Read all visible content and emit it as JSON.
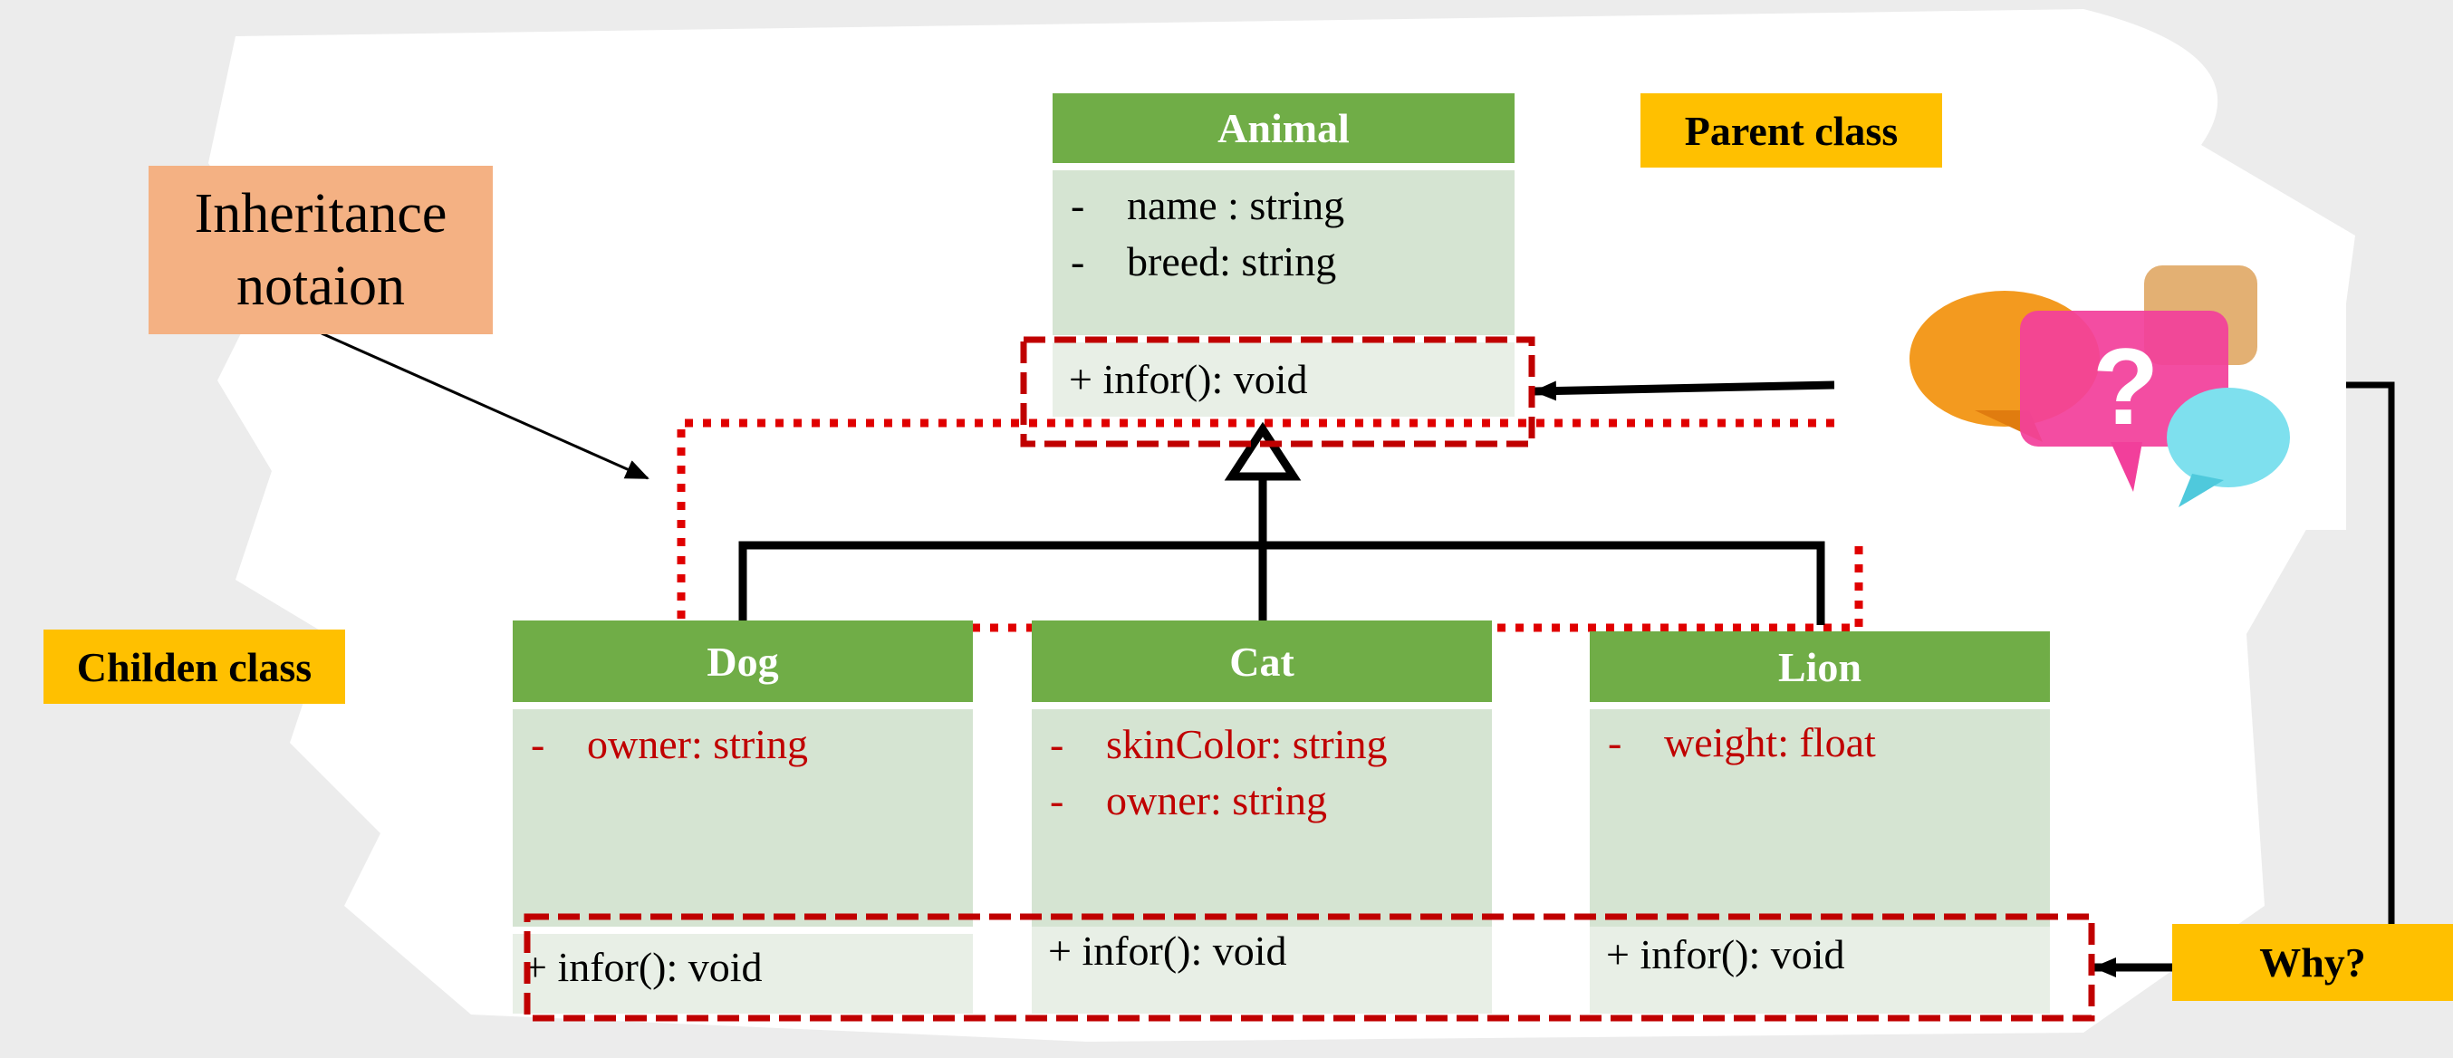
{
  "notes": {
    "inheritance_line1": "Inheritance",
    "inheritance_line2": "notaion",
    "parent_label": "Parent class",
    "children_label": "Childen class",
    "why_label": "Why?",
    "question_mark": "?"
  },
  "classes": {
    "animal": {
      "name": "Animal",
      "attributes": [
        {
          "vis": "-",
          "text": "name : string"
        },
        {
          "vis": "-",
          "text": "breed: string"
        }
      ],
      "method": "+ infor(): void"
    },
    "dog": {
      "name": "Dog",
      "attributes": [
        {
          "vis": "-",
          "text": "owner: string"
        }
      ],
      "method": "+ infor(): void"
    },
    "cat": {
      "name": "Cat",
      "attributes": [
        {
          "vis": "-",
          "text": "skinColor: string"
        },
        {
          "vis": "-",
          "text": "owner: string"
        }
      ],
      "method": "+ infor(): void"
    },
    "lion": {
      "name": "Lion",
      "attributes": [
        {
          "vis": "-",
          "text": "weight: float"
        }
      ],
      "method": "+ infor(): void"
    }
  },
  "colors": {
    "header_green": "#70ad47",
    "attribute_bg": "#d5e4d2",
    "method_bg": "#e8efe6",
    "label_yellow": "#ffc000",
    "note_orange": "#f4b183",
    "highlight_red": "#c00000",
    "dotted_red": "#e00000"
  }
}
